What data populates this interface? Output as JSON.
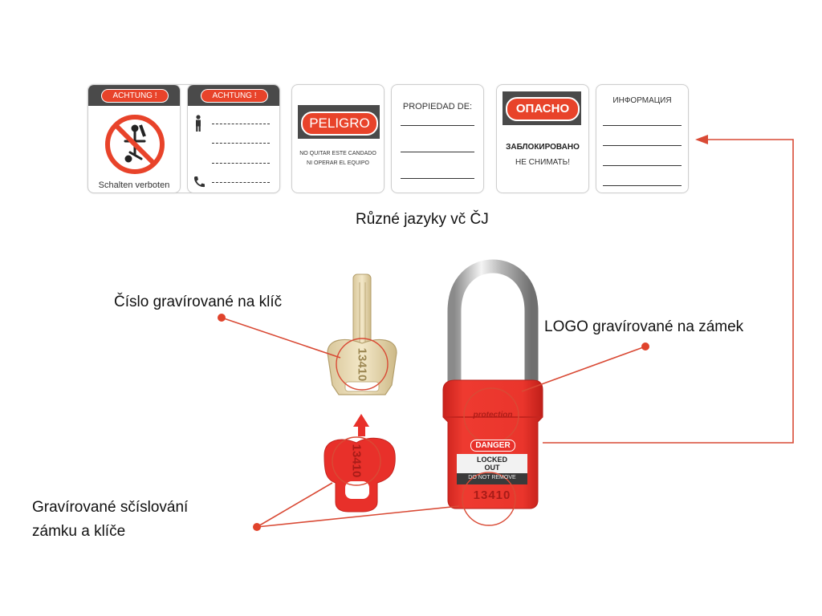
{
  "labels": {
    "caption_languages": "Různé jazyky vč ČJ",
    "key_number": "Číslo gravírované na klíč",
    "logo": "LOGO gravírované na zámek",
    "numbering_line1": "Gravírované sčíslování",
    "numbering_line2": "zámku a klíče"
  },
  "cards": {
    "c1": {
      "header": "ACHTUNG !",
      "footer": "Schalten verboten"
    },
    "c2": {
      "header": "ACHTUNG !"
    },
    "c3": {
      "title": "PELIGRO",
      "line1": "NO QUITAR ESTE CANDADO",
      "line2": "NI OPERAR EL EQUIPO"
    },
    "c4": {
      "title": "PROPIEDAD DE:"
    },
    "c5": {
      "title": "ОПАСНО",
      "line1": "ЗАБЛОКИРОВАНО",
      "line2": "НЕ СНИМАТЬ!"
    },
    "c6": {
      "title": "ИНФОРМАЦИЯ"
    }
  },
  "lock": {
    "danger": "DANGER",
    "locked": "LOCKED",
    "out": "OUT",
    "do_not_remove": "DO NOT REMOVE",
    "serial": "13410",
    "logo_text": "protection"
  },
  "key_serial": "13410",
  "colors": {
    "accent": "#e8432a",
    "lock_red": "#e8302a",
    "dark": "#4a4a4a"
  },
  "icons": [
    "prohibited-switch-icon",
    "person-icon",
    "phone-icon",
    "arrow-up-icon"
  ]
}
